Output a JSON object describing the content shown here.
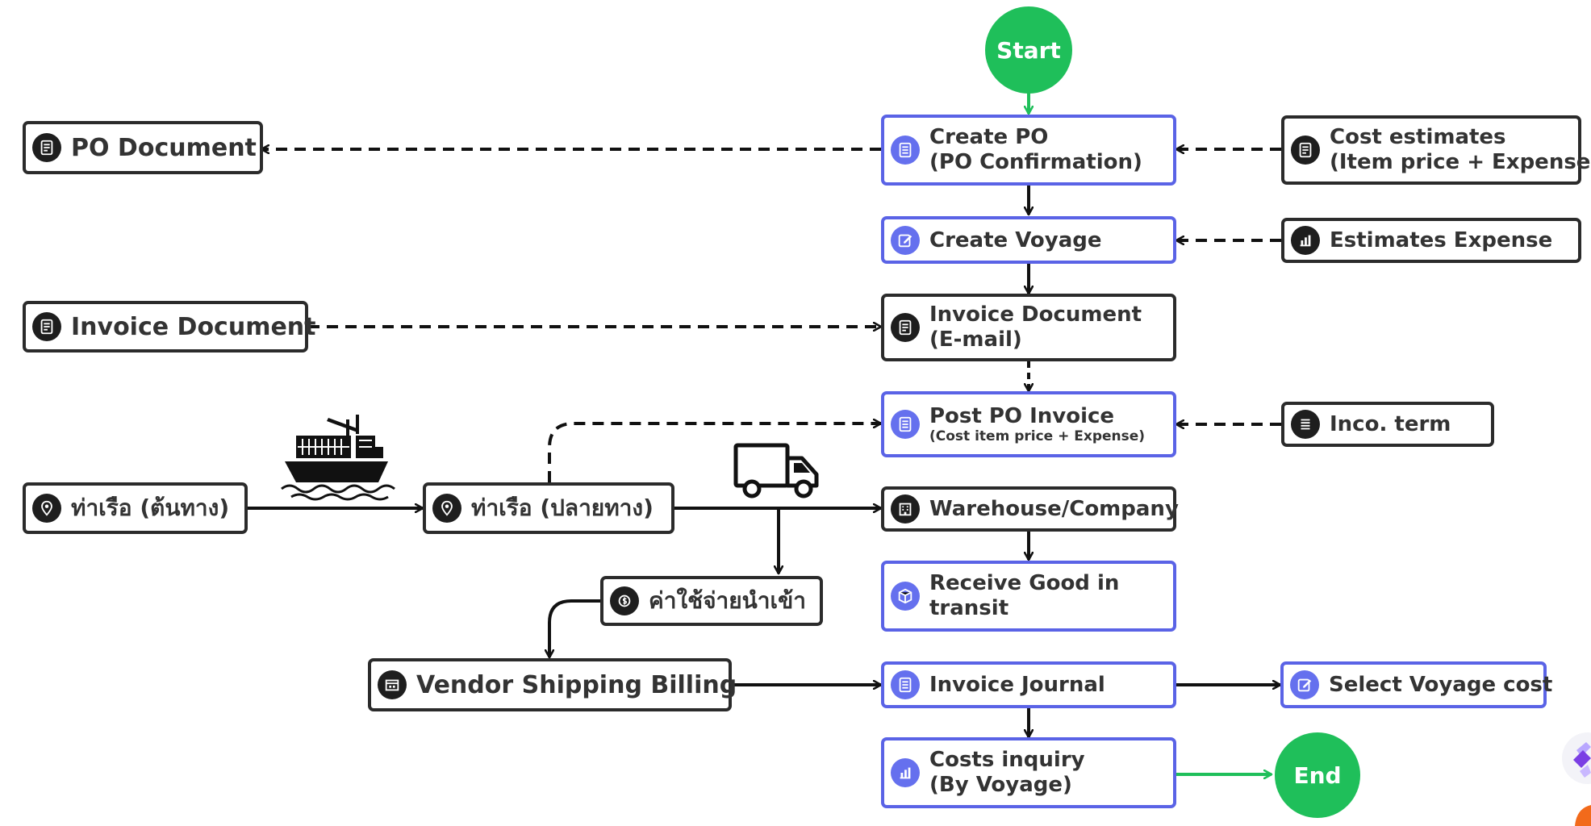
{
  "terminals": {
    "start": "Start",
    "end": "End"
  },
  "nodes": {
    "po_document": {
      "label": "PO Document",
      "icon": "document-icon"
    },
    "create_po": {
      "line1": "Create PO",
      "line2": "(PO Confirmation)",
      "icon": "list-icon"
    },
    "cost_estimates": {
      "line1": "Cost estimates",
      "line2": "(Item price + Expense)",
      "icon": "document-icon"
    },
    "create_voyage": {
      "label": "Create Voyage",
      "icon": "edit-icon"
    },
    "estimates_expense": {
      "label": "Estimates Expense",
      "icon": "chart-icon"
    },
    "invoice_document_left": {
      "label": "Invoice Document",
      "icon": "document-icon"
    },
    "invoice_document_email": {
      "line1": "Invoice Document",
      "line2": "(E-mail)",
      "icon": "document-icon"
    },
    "post_po_invoice": {
      "line1": "Post PO Invoice",
      "line2": "(Cost item price + Expense)",
      "icon": "list-icon"
    },
    "inco_term": {
      "label": "Inco. term",
      "icon": "list-icon"
    },
    "port_origin": {
      "label": "ท่าเรือ (ต้นทาง)",
      "icon": "location-pin-icon"
    },
    "port_destination": {
      "label": "ท่าเรือ (ปลายทาง)",
      "icon": "location-pin-icon"
    },
    "warehouse_company": {
      "label": "Warehouse/Company",
      "icon": "building-icon"
    },
    "import_expense": {
      "label": "ค่าใช้จ่ายนำเข้า",
      "icon": "money-icon"
    },
    "receive_good": {
      "line1": "Receive Good in",
      "line2": "transit",
      "icon": "package-icon"
    },
    "vendor_shipping_billing": {
      "label": "Vendor Shipping Billing",
      "icon": "store-icon"
    },
    "invoice_journal": {
      "label": "Invoice Journal",
      "icon": "list-icon"
    },
    "select_voyage_cost": {
      "label": "Select Voyage cost",
      "icon": "edit-icon"
    },
    "costs_inquiry": {
      "line1": "Costs inquiry",
      "line2": "(By Voyage)",
      "icon": "chart-icon"
    }
  },
  "colors": {
    "start_end_fill": "#1fbf5a",
    "process_border_blue": "#5a63e6",
    "icon_blue": "#6570ee",
    "dark_border": "#2b2b2b",
    "arrow_black": "#111111",
    "arrow_green": "#1fbf5a"
  }
}
